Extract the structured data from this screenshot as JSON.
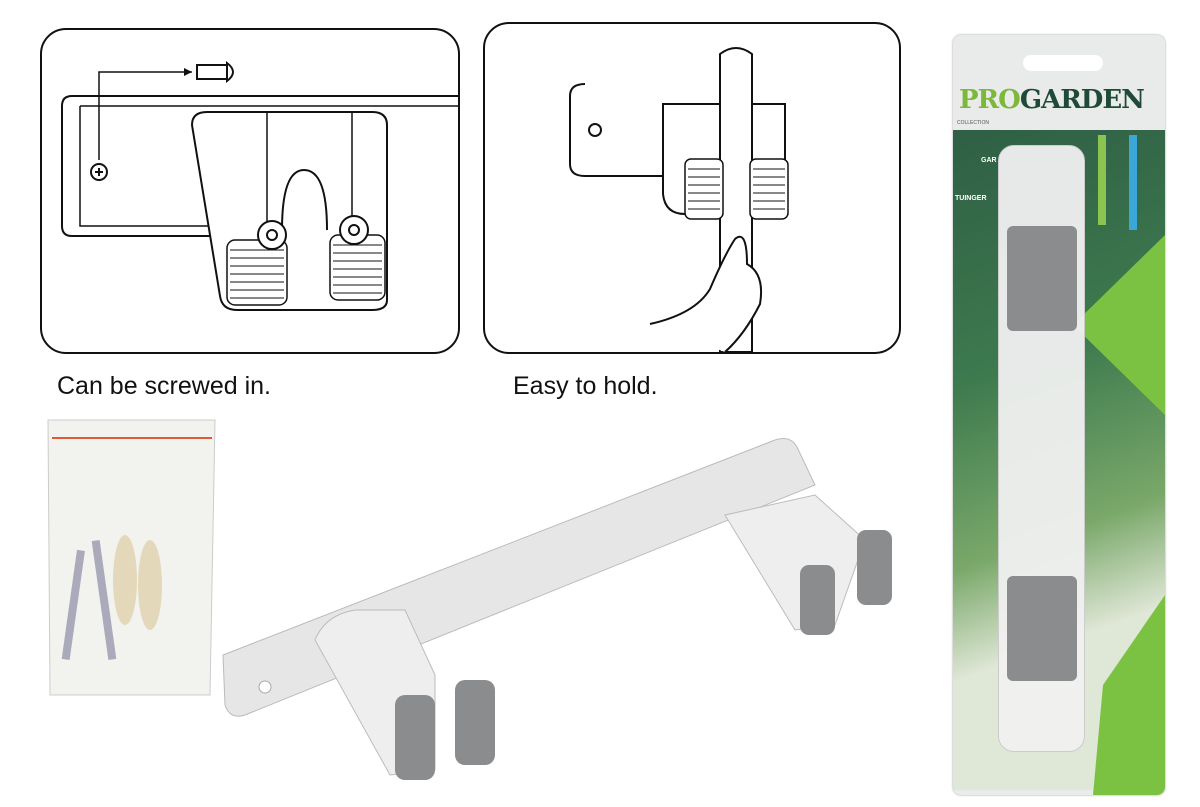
{
  "captions": {
    "screw": "Can be screwed in.",
    "hold": "Easy to hold."
  },
  "packaging": {
    "brand_pro": "PRO",
    "brand_garden": "GARDEN",
    "collection": "COLLECTION",
    "line1": "GAR",
    "line2": "TUINGER"
  },
  "colors": {
    "brand_green": "#7cb83a",
    "brand_dark": "#1f4a37",
    "rail": "#e6e6e6",
    "grip": "#8a8c8e"
  }
}
